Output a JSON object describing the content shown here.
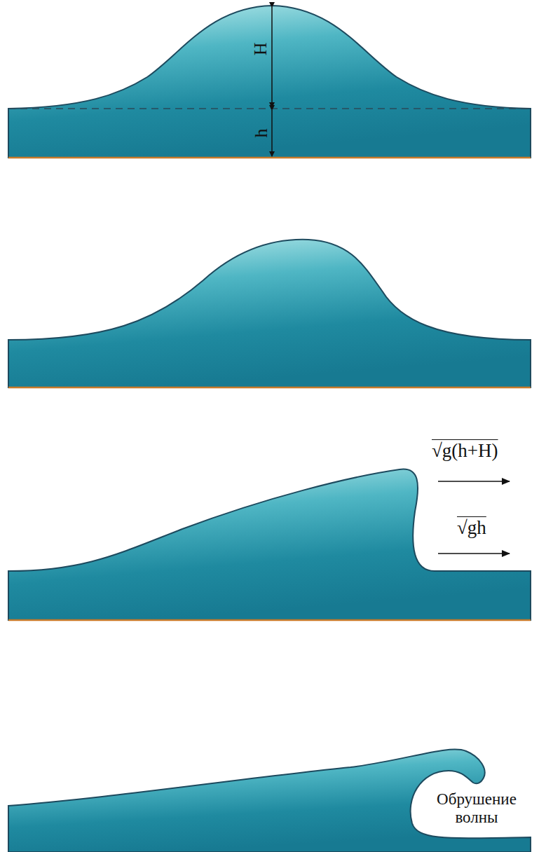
{
  "diagram": {
    "labels": [
      "H",
      "h",
      "√g(h+H)",
      "√gh",
      "Обрушение волны"
    ]
  }
}
